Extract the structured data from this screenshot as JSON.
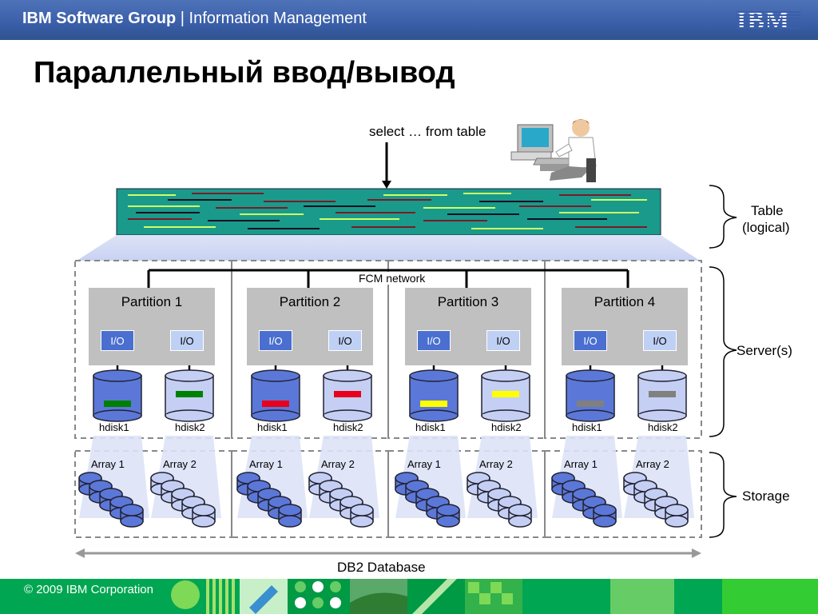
{
  "header": {
    "group": "IBM Software Group",
    "separator": " | ",
    "division": "Information Management",
    "logo_text": "IBM"
  },
  "slide": {
    "title": "Параллельный ввод/вывод"
  },
  "query": {
    "text": "select … from table"
  },
  "labels": {
    "table": "Table",
    "table_sub": "(logical)",
    "servers": "Server(s)",
    "storage": "Storage",
    "fcm": "FCM network",
    "database": "DB2 Database"
  },
  "partitions": [
    {
      "label": "Partition 1",
      "io1": "I/O",
      "io2": "I/O",
      "disk1": "hdisk1",
      "disk2": "hdisk2",
      "array1": "Array 1",
      "array2": "Array 2",
      "color": "#008000"
    },
    {
      "label": "Partition 2",
      "io1": "I/O",
      "io2": "I/O",
      "disk1": "hdisk1",
      "disk2": "hdisk2",
      "array1": "Array 1",
      "array2": "Array 2",
      "color": "#e8001c"
    },
    {
      "label": "Partition 3",
      "io1": "I/O",
      "io2": "I/O",
      "disk1": "hdisk1",
      "disk2": "hdisk2",
      "array1": "Array 1",
      "array2": "Array 2",
      "color": "#ffff00"
    },
    {
      "label": "Partition 4",
      "io1": "I/O",
      "io2": "I/O",
      "disk1": "hdisk1",
      "disk2": "hdisk2",
      "array1": "Array 1",
      "array2": "Array 2",
      "color": "#808080"
    }
  ],
  "footer": {
    "copyright": "© 2009 IBM Corporation"
  },
  "colors": {
    "header_blue": "#3a5ea8",
    "table_teal": "#1a9a8a",
    "disk_dark": "#5b78d8",
    "disk_light": "#c4cff3",
    "footer_green": "#00a651"
  }
}
